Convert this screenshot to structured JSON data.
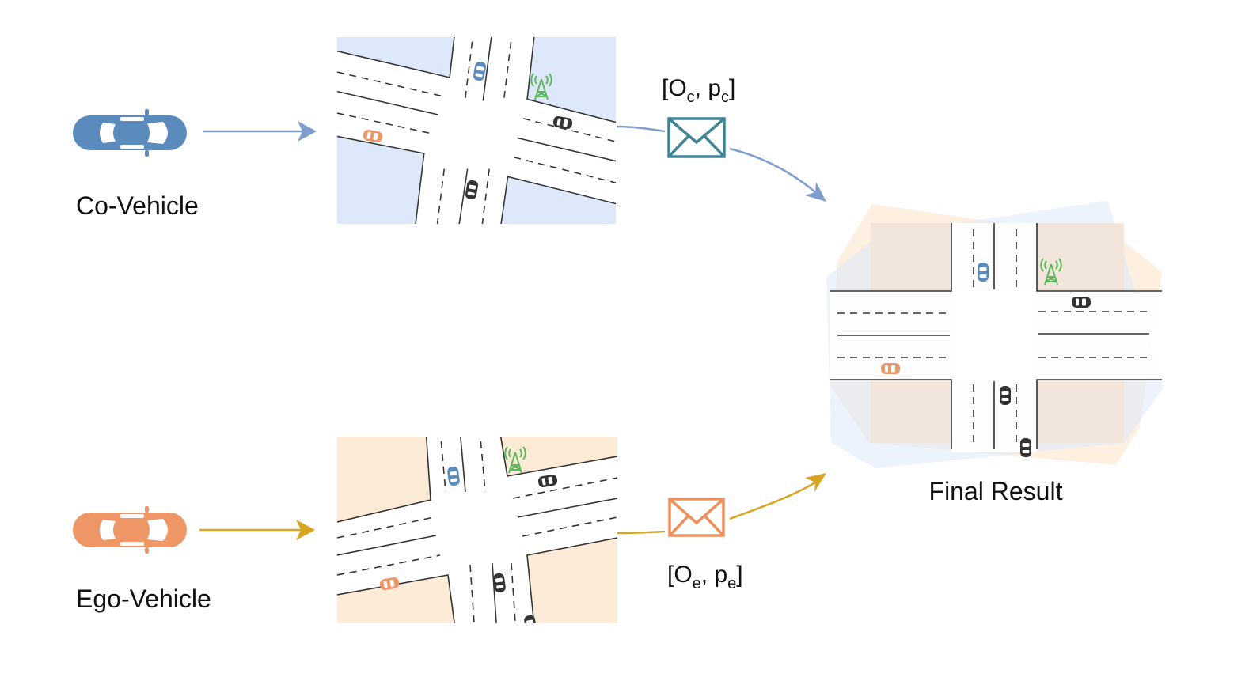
{
  "labels": {
    "co_vehicle": "Co-Vehicle",
    "ego_vehicle": "Ego-Vehicle",
    "final_result": "Final Result"
  },
  "messages": {
    "co": {
      "open": "[O",
      "sub1": "c",
      "mid": ", p",
      "sub2": "c",
      "close": "]"
    },
    "ego": {
      "open": "[O",
      "sub1": "e",
      "mid": ", p",
      "sub2": "e",
      "close": "]"
    }
  },
  "colors": {
    "co_vehicle": "#5b8bbd",
    "ego_vehicle": "#ef9666",
    "co_arrow": "#7f9ed0",
    "ego_arrow": "#d9a521",
    "co_envelope": "#3f8595",
    "ego_envelope": "#ee8f5c",
    "co_block": "#dde9fb",
    "ego_block": "#fcebd6",
    "tower": "#5cb85c",
    "dark_car": "#333333"
  },
  "icons": {
    "vehicle": "car-top-view-icon",
    "message": "envelope-icon",
    "tower": "antenna-tower-icon"
  }
}
